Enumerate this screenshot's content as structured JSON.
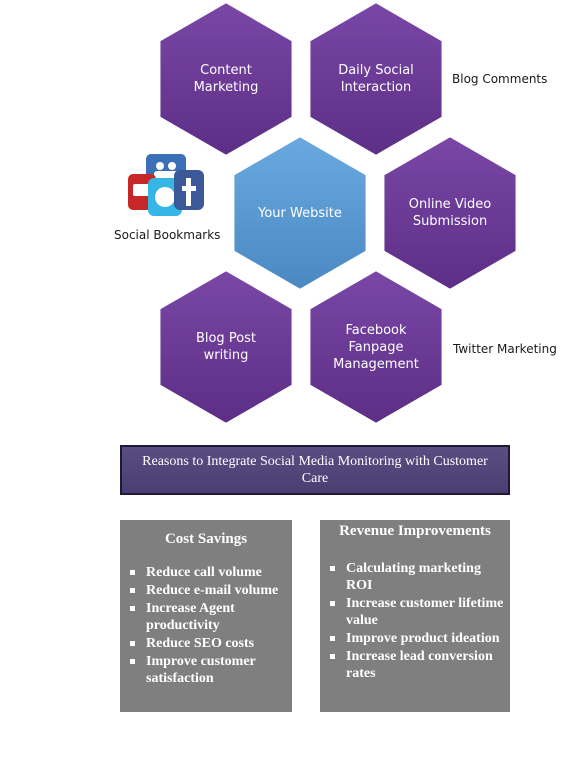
{
  "hexagons": [
    {
      "id": "content-marketing",
      "label": "Content\nMarketing",
      "color": "#6b3a96"
    },
    {
      "id": "daily-social",
      "label": "Daily Social\nInteraction",
      "color": "#6b3a96"
    },
    {
      "id": "your-website",
      "label": "Your Website",
      "color": "#5b9bd5"
    },
    {
      "id": "online-video",
      "label": "Online Video\nSubmission",
      "color": "#6b3a96"
    },
    {
      "id": "blog-post",
      "label": "Blog Post\nwriting",
      "color": "#6b3a96"
    },
    {
      "id": "facebook-fanpage",
      "label": "Facebook\nFanpage\nManagement",
      "color": "#6b3a96"
    }
  ],
  "side_labels": {
    "blog_comments": "Blog Comments",
    "social_bookmarks": "Social Bookmarks",
    "twitter_marketing": "Twitter Marketing"
  },
  "banner": {
    "text": "Reasons to Integrate Social Media Monitoring with Customer Care"
  },
  "panels": {
    "cost": {
      "title": "Cost Savings",
      "items": [
        "Reduce call volume",
        "Reduce e-mail volume",
        "Increase Agent productivity",
        "Reduce SEO costs",
        "Improve customer satisfaction"
      ]
    },
    "revenue": {
      "title": "Revenue Improvements",
      "items": [
        "Calculating marketing ROI",
        "Increase customer lifetime value",
        "Improve product ideation",
        "Increase lead conversion rates"
      ]
    }
  },
  "colors": {
    "hex_purple": "#6b3a96",
    "hex_blue": "#5b9bd5",
    "banner": "#4a3e72",
    "panel_gray": "#7f7f7f"
  },
  "icons": [
    "social-bookmarks-icon"
  ]
}
